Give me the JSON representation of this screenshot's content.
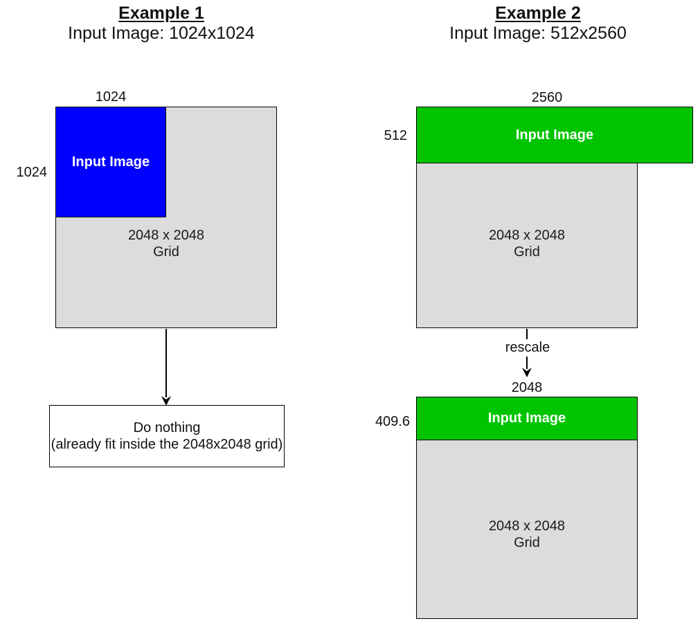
{
  "colors": {
    "input_blue": "#0000ff",
    "input_green": "#00c400",
    "grid_gray": "#dcdcdc",
    "outline": "#000000"
  },
  "example1": {
    "title": "Example 1",
    "subtitle": "Input Image: 1024x1024",
    "top_label": "1024",
    "left_label": "1024",
    "input_label": "Input Image",
    "grid_line1": "2048 x 2048",
    "grid_line2": "Grid",
    "result_line1": "Do nothing",
    "result_line2": "(already fit inside the 2048x2048 grid)"
  },
  "example2": {
    "title": "Example 2",
    "subtitle": "Input Image: 512x2560",
    "before": {
      "top_label": "2560",
      "left_label": "512",
      "input_label": "Input Image",
      "grid_line1": "2048 x 2048",
      "grid_line2": "Grid"
    },
    "arrow_label": "rescale",
    "after": {
      "top_label": "2048",
      "left_label": "409.6",
      "input_label": "Input Image",
      "grid_line1": "2048 x 2048",
      "grid_line2": "Grid"
    }
  }
}
